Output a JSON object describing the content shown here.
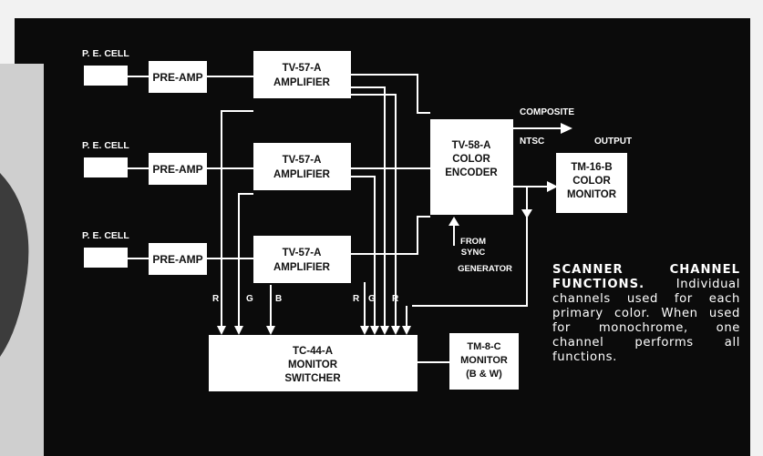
{
  "diagram": {
    "pe_cell_labels": [
      "P. E. CELL",
      "P. E. CELL",
      "P. E. CELL"
    ],
    "preamp_labels": [
      "PRE-AMP",
      "PRE-AMP",
      "PRE-AMP"
    ],
    "amplifiers": [
      {
        "line1": "TV-57-A",
        "line2": "AMPLIFIER"
      },
      {
        "line1": "TV-57-A",
        "line2": "AMPLIFIER"
      },
      {
        "line1": "TV-57-A",
        "line2": "AMPLIFIER"
      }
    ],
    "encoder": {
      "line1": "TV-58-A",
      "line2": "COLOR",
      "line3": "ENCODER"
    },
    "color_monitor": {
      "line1": "TM-16-B",
      "line2": "COLOR",
      "line3": "MONITOR"
    },
    "switcher": {
      "line1": "TC-44-A",
      "line2": "MONITOR",
      "line3": "SWITCHER"
    },
    "bw_monitor": {
      "line1": "TM-8-C",
      "line2": "MONITOR",
      "line3": "(B & W)"
    },
    "composite_label": "COMPOSITE",
    "ntsc_label": "NTSC",
    "output_label": "OUTPUT",
    "sync_label": {
      "line1": "FROM",
      "line2": "SYNC",
      "line3": "GENERATOR"
    },
    "channel_letters": [
      "R",
      "G",
      "B",
      "R",
      "G",
      "R"
    ]
  },
  "caption": {
    "title": "SCANNER CHANNEL FUNCTIONS.",
    "body": "Individual channels used for each primary color. When used for monochrome, one channel performs all functions."
  }
}
